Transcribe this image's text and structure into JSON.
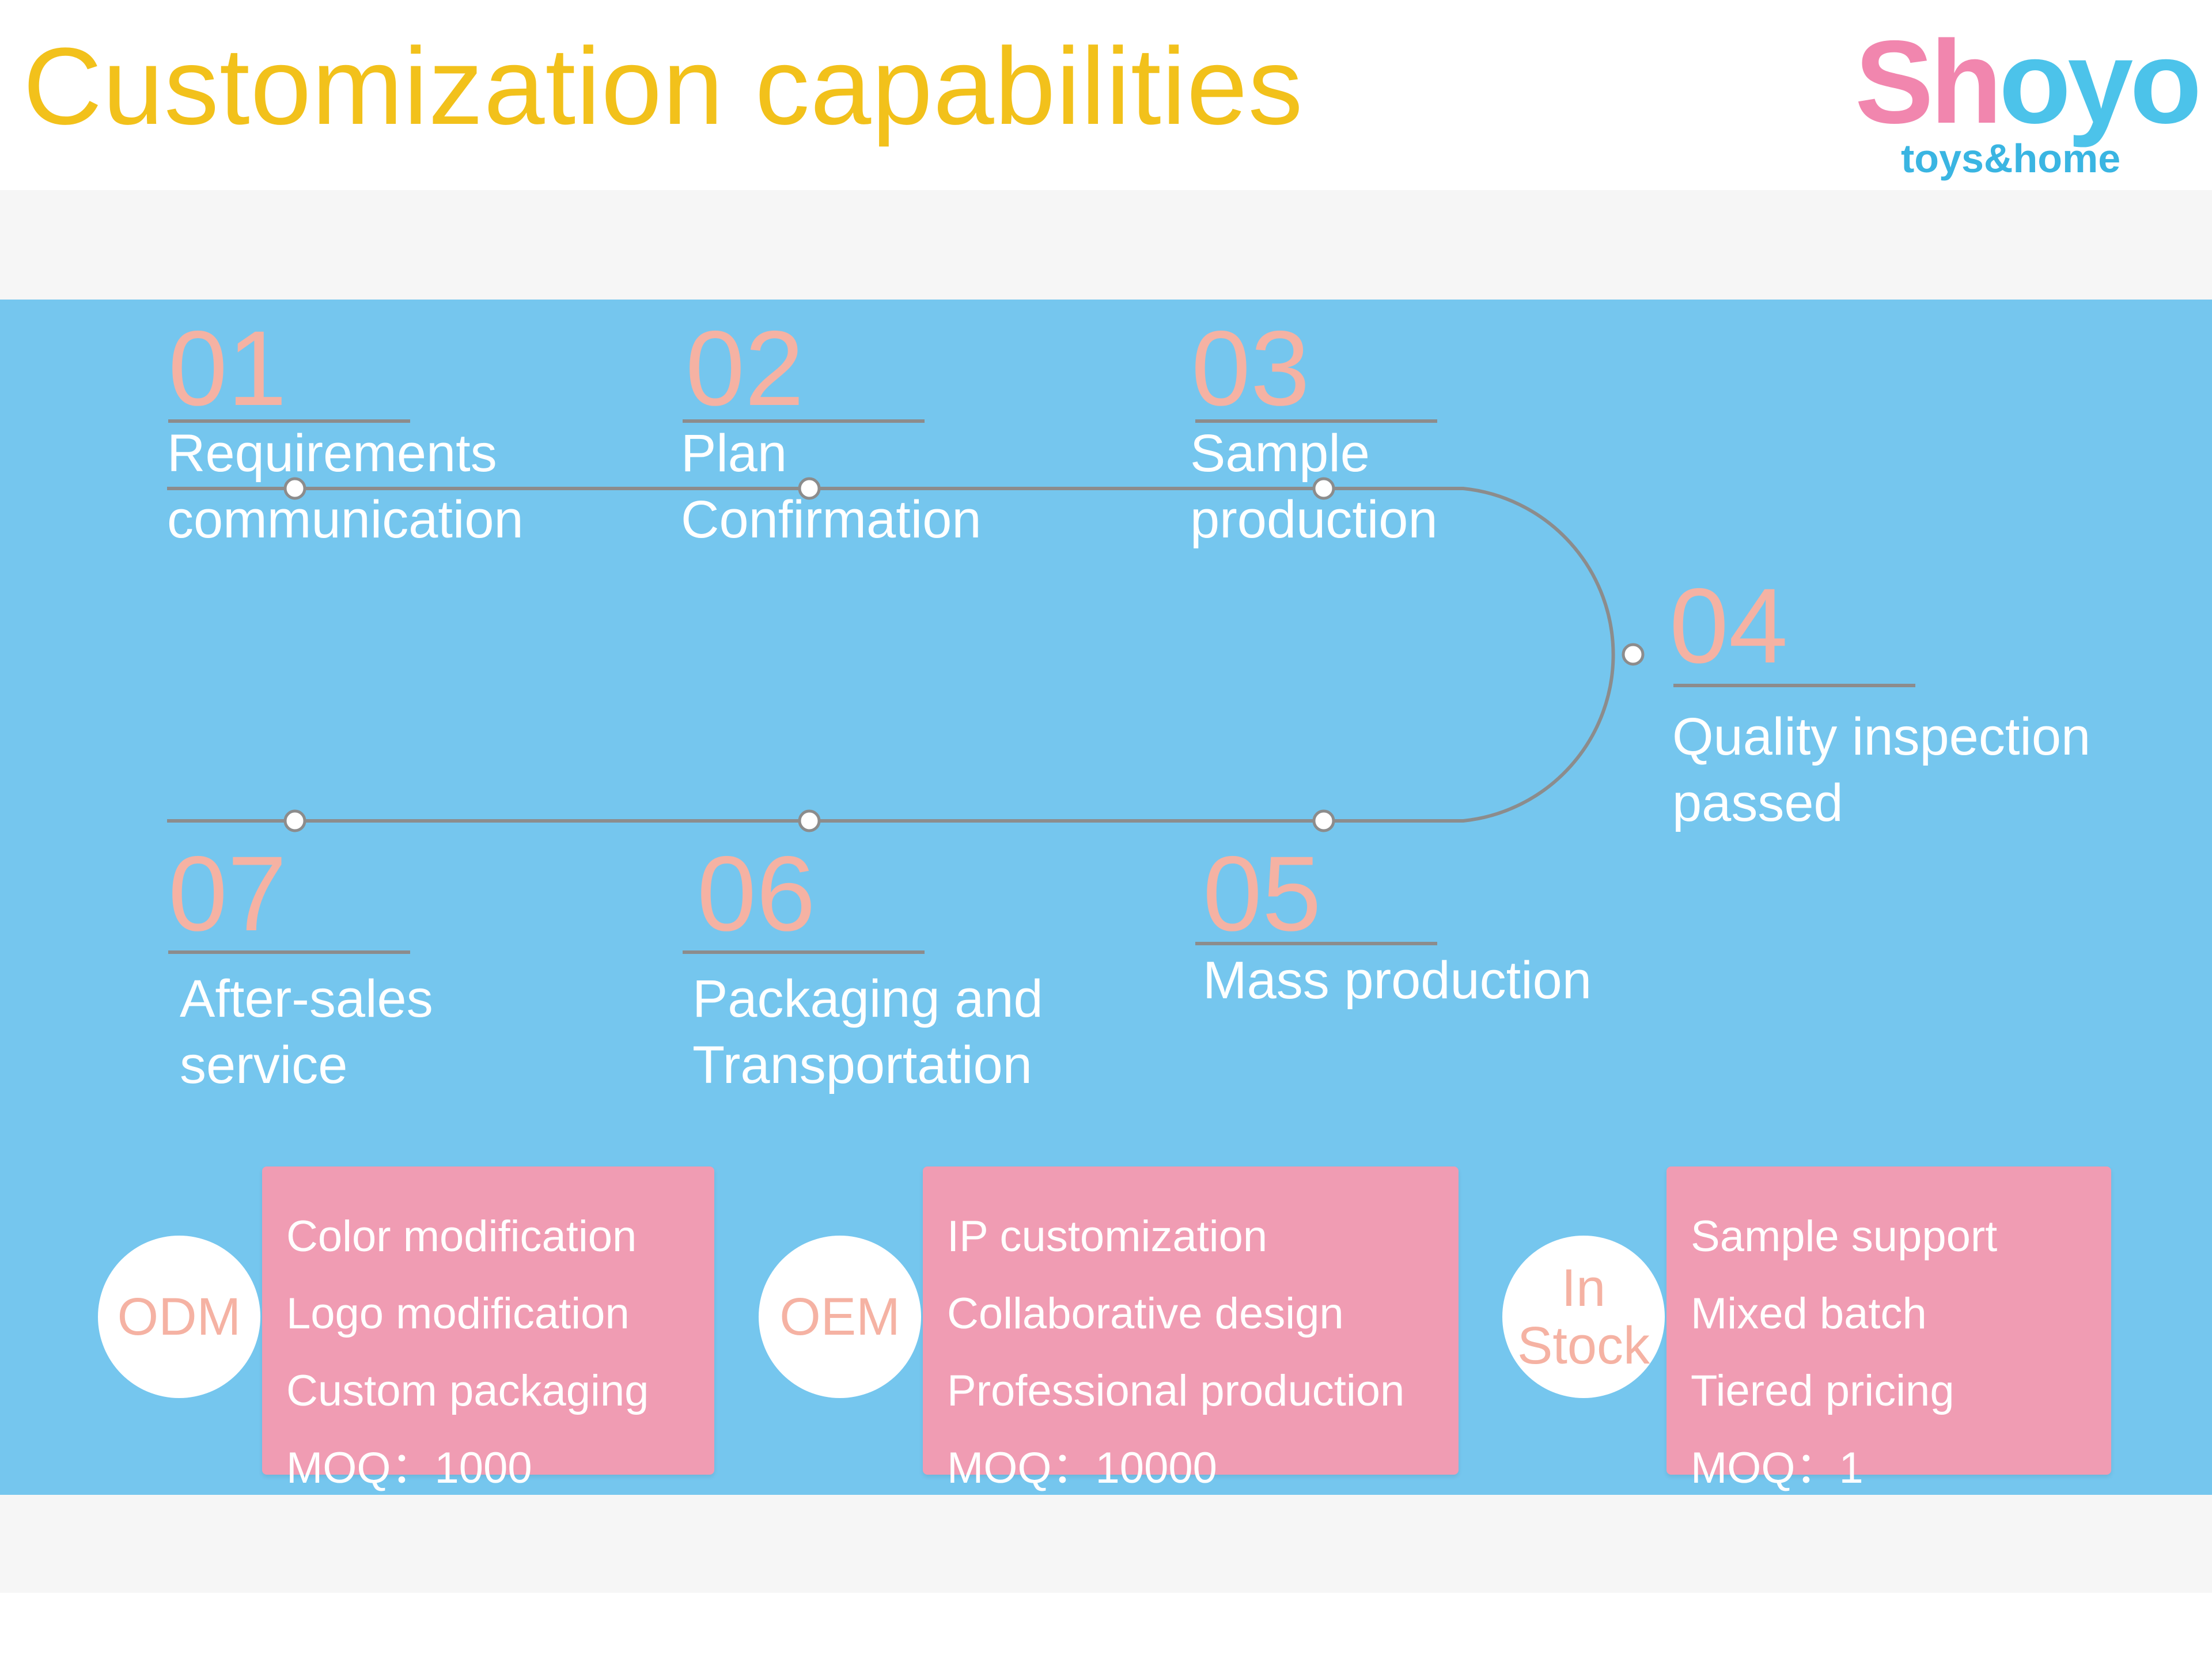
{
  "header": {
    "title": "Customization capabilities",
    "logo_main_sh": "Sh",
    "logo_main_oyo": "oyo",
    "logo_sub": "toys&home"
  },
  "colors": {
    "title": "#f2c11b",
    "band": "#75c6ee",
    "step_number": "#f5b2a3",
    "box": "#f09cb3",
    "timeline": "#8c8c8c"
  },
  "process": {
    "steps": [
      {
        "number": "01",
        "label": "Requirements\ncommunication"
      },
      {
        "number": "02",
        "label": "Plan\nConfirmation"
      },
      {
        "number": "03",
        "label": "Sample\nproduction"
      },
      {
        "number": "04",
        "label": "Quality inspection\npassed"
      },
      {
        "number": "05",
        "label": "Mass production"
      },
      {
        "number": "06",
        "label": "Packaging and\nTransportation"
      },
      {
        "number": "07",
        "label": "After-sales\nservice"
      }
    ]
  },
  "modes": [
    {
      "name": "ODM",
      "items": [
        "Color modification",
        "Logo modification",
        "Custom packaging",
        "MOQ：1000"
      ]
    },
    {
      "name": "OEM",
      "items": [
        "IP customization",
        "Collaborative design",
        "Professional production",
        "MOQ：10000"
      ]
    },
    {
      "name": "In\nStock",
      "items": [
        "Sample support",
        "Mixed batch",
        "Tiered pricing",
        "MOQ：1"
      ]
    }
  ]
}
